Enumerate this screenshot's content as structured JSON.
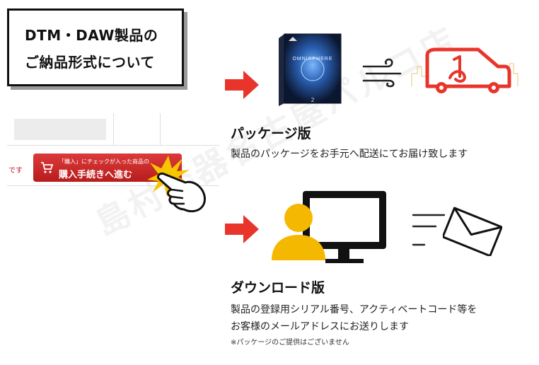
{
  "title": {
    "line1": "DTM・DAW製品の",
    "line2": "ご納品形式について"
  },
  "watermark": "島村楽器名古屋パルコ店",
  "cart_mockup": {
    "side_text": "です",
    "button_small_text": "「購入」にチェックが入った商品の",
    "button_big_text": "購入手続きへ進む"
  },
  "product_box": {
    "label": "OMNISPHERE"
  },
  "package": {
    "title": "パッケージ版",
    "description": "製品のパッケージをお手元へ配送にてお届け致します"
  },
  "download": {
    "title": "ダウンロード版",
    "description_line1": "製品の登録用シリアル番号、アクティベートコード等を",
    "description_line2": "お客様のメールアドレスにお送りします",
    "note": "※パッケージのご提供はございません"
  },
  "icons": {
    "arrow": "right-arrow-icon",
    "truck": "delivery-van-icon",
    "wind": "speed-lines-icon",
    "person": "person-computer-icon",
    "mail": "envelope-icon"
  },
  "colors": {
    "accent_red": "#e8342a",
    "person_yellow": "#f5b800",
    "button_red": "#c82424"
  }
}
